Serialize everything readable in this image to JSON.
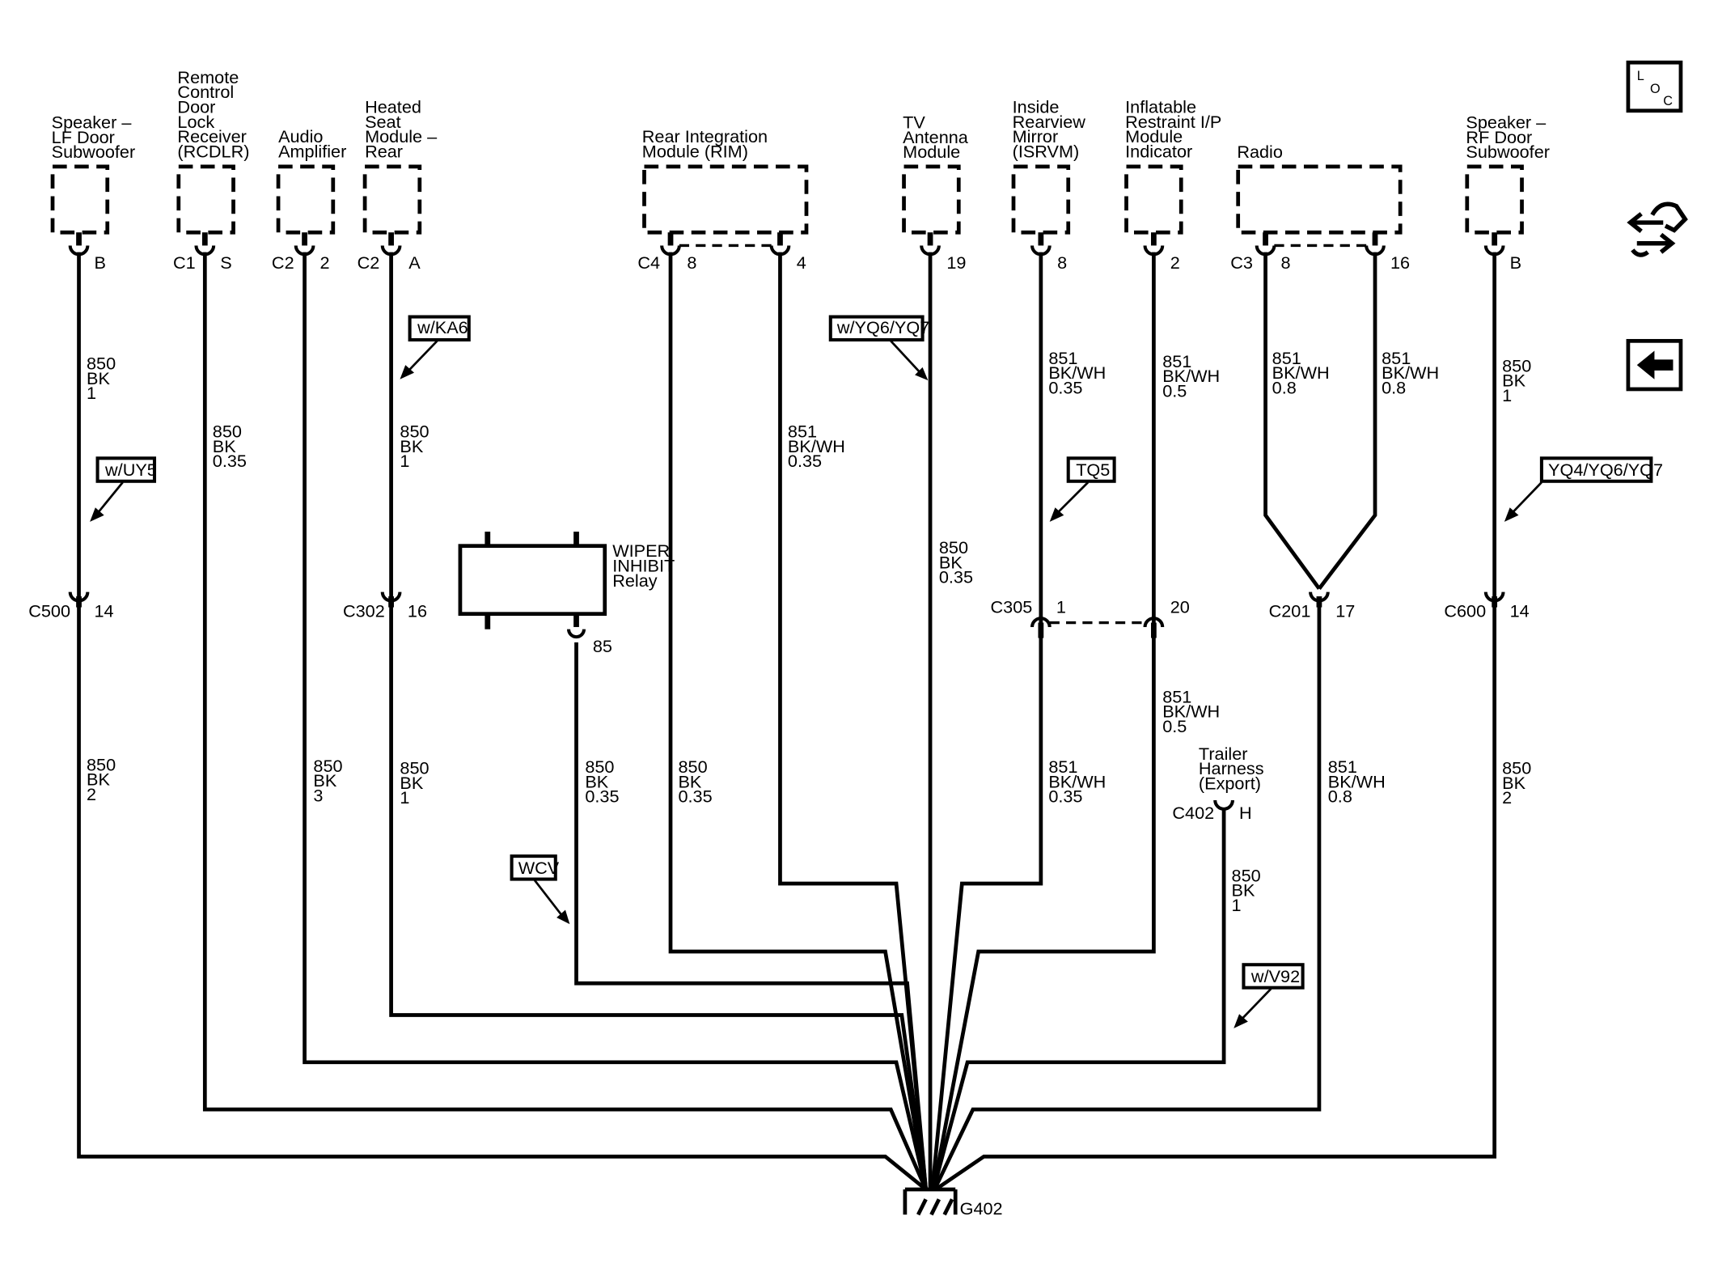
{
  "components": [
    {
      "id": "spk_lf",
      "lines": [
        "Speaker –",
        "LF Door",
        "Subwoofer"
      ]
    },
    {
      "id": "rcdlr",
      "lines": [
        "Remote",
        "Control",
        "Door",
        "Lock",
        "Receiver",
        "(RCDLR)"
      ]
    },
    {
      "id": "amp",
      "lines": [
        "Audio",
        "Amplifier"
      ]
    },
    {
      "id": "seat",
      "lines": [
        "Heated",
        "Seat",
        "Module –",
        "Rear"
      ]
    },
    {
      "id": "rim",
      "lines": [
        "Rear Integration",
        "Module (RIM)"
      ]
    },
    {
      "id": "tv",
      "lines": [
        "TV",
        "Antenna",
        "Module"
      ]
    },
    {
      "id": "mirror",
      "lines": [
        "Inside",
        "Rearview",
        "Mirror",
        "(ISRVM)"
      ]
    },
    {
      "id": "airbag",
      "lines": [
        "Inflatable",
        "Restraint I/P",
        "Module",
        "Indicator"
      ]
    },
    {
      "id": "radio",
      "lines": [
        "Radio"
      ]
    },
    {
      "id": "spk_rf",
      "lines": [
        "Speaker –",
        "RF Door",
        "Subwoofer"
      ]
    }
  ],
  "pins": {
    "spk_lf": "B",
    "rcdlr_conn": "C1",
    "rcdlr": "S",
    "amp_conn": "C2",
    "amp": "2",
    "seat_conn": "C2",
    "seat": "A",
    "rim_conn": "C4",
    "rim_a": "8",
    "rim_b": "4",
    "tv": "19",
    "mirror": "8",
    "airbag": "2",
    "radio_conn": "C3",
    "radio_a": "8",
    "radio_b": "16",
    "spk_rf": "B"
  },
  "wires": {
    "w_lf_top": [
      "850",
      "BK",
      "1"
    ],
    "w_lf_bot": [
      "850",
      "BK",
      "2"
    ],
    "w_rcdlr": [
      "850",
      "BK",
      "0.35"
    ],
    "w_amp": [
      "850",
      "BK",
      "3"
    ],
    "w_seat_top": [
      "850",
      "BK",
      "1"
    ],
    "w_seat_bot": [
      "850",
      "BK",
      "1"
    ],
    "w_wiper": [
      "850",
      "BK",
      "0.35"
    ],
    "w_rim_a": [
      "850",
      "BK",
      "0.35"
    ],
    "w_rim_b": [
      "851",
      "BK/WH",
      "0.35"
    ],
    "w_tv": [
      "850",
      "BK",
      "0.35"
    ],
    "w_mirror_top": [
      "851",
      "BK/WH",
      "0.35"
    ],
    "w_mirror_bot": [
      "851",
      "BK/WH",
      "0.35"
    ],
    "w_airbag_top": [
      "851",
      "BK/WH",
      "0.5"
    ],
    "w_airbag_bot": [
      "851",
      "BK/WH",
      "0.5"
    ],
    "w_radio_a": [
      "851",
      "BK/WH",
      "0.8"
    ],
    "w_radio_b": [
      "851",
      "BK/WH",
      "0.8"
    ],
    "w_radio_bot": [
      "851",
      "BK/WH",
      "0.8"
    ],
    "w_trailer": [
      "850",
      "BK",
      "1"
    ],
    "w_rf_top": [
      "850",
      "BK",
      "1"
    ],
    "w_rf_bot": [
      "850",
      "BK",
      "2"
    ]
  },
  "connectors": {
    "c500": {
      "name": "C500",
      "pin": "14"
    },
    "c302": {
      "name": "C302",
      "pin": "16"
    },
    "c305": {
      "name": "C305",
      "pin_a": "1",
      "pin_b": "20"
    },
    "c201": {
      "name": "C201",
      "pin": "17"
    },
    "c600": {
      "name": "C600",
      "pin": "14"
    },
    "c402": {
      "name": "C402",
      "pin": "H"
    }
  },
  "options": {
    "uy5": "w/UY5",
    "ka6": "w/KA6",
    "yq6yq7": "w/YQ6/YQ7",
    "tq5": "TQ5",
    "yq4": "YQ4/YQ6/YQ7",
    "wcv": "WCV",
    "v92": "w/V92"
  },
  "relay": {
    "lines": [
      "WIPER",
      "INHIBIT",
      "Relay"
    ],
    "pin": "85"
  },
  "trailer": {
    "lines": [
      "Trailer",
      "Harness",
      "(Export)"
    ]
  },
  "ground": {
    "label": "G402"
  },
  "icons": {
    "loc": {
      "letters": [
        "L",
        "O",
        "C"
      ]
    },
    "nav_icon": "wiring-tool-icon",
    "back_icon": "back-arrow-icon"
  },
  "colors": {
    "line": "#000000",
    "background": "#ffffff"
  }
}
